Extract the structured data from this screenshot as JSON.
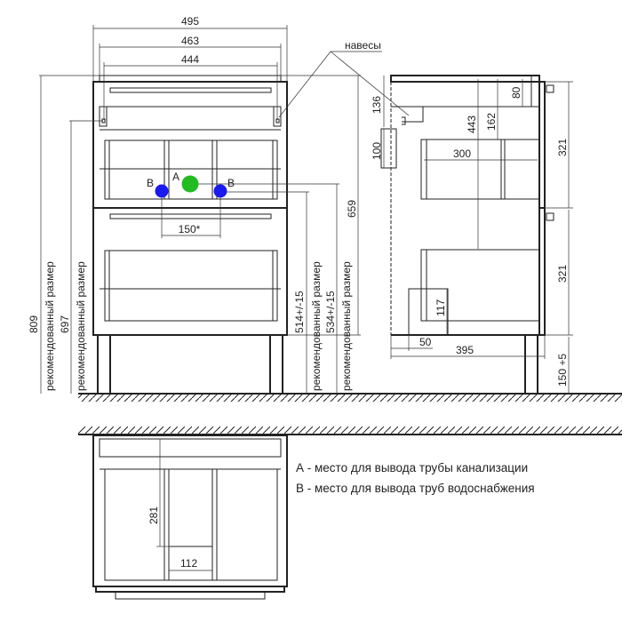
{
  "front_view": {
    "width_overall": "495",
    "width_inner": "463",
    "width_hinges": "444",
    "height_total": "809",
    "height_total_note": "рекомендованный размер",
    "height_hinge": "697",
    "height_hinge_note": "рекомендованный размер",
    "height_b": "514+/-15",
    "height_b_note": "рекомендованный размер",
    "height_a": "534+/-15",
    "height_a_note": "рекомендованный размер",
    "height_659": "659",
    "pipe_spacing": "150*",
    "point_a_label": "A",
    "point_b_left_label": "B",
    "point_b_right_label": "B",
    "hinges_label": "навесы"
  },
  "side_view": {
    "dim_136": "136",
    "dim_100": "100",
    "dim_443": "443",
    "dim_162": "162",
    "dim_80": "80",
    "dim_300": "300",
    "dim_321_top": "321",
    "dim_321_bottom": "321",
    "dim_117": "117",
    "dim_50": "50",
    "dim_395": "395",
    "dim_legs": "150 +5"
  },
  "plan_view": {
    "dim_281": "281",
    "dim_112": "112"
  },
  "legend": {
    "a": "А - место для вывода трубы канализации",
    "b": "В - место для вывода труб водоснабжения"
  },
  "colors": {
    "point_a": "#22bb22",
    "point_b": "#1a1aee"
  }
}
